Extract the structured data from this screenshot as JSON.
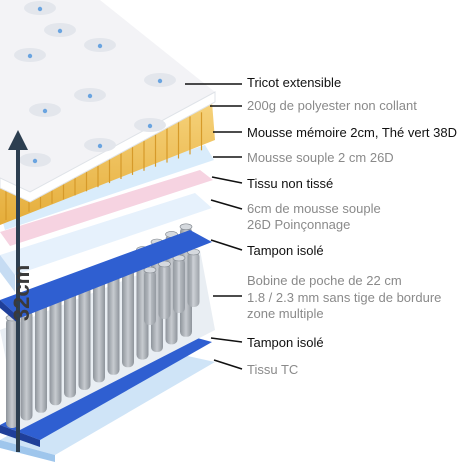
{
  "height_label": "32cm",
  "layers": [
    {
      "label": "Tricot extensible",
      "style": "dark"
    },
    {
      "label": "200g de polyester non collant",
      "style": "light"
    },
    {
      "label": "Mousse mémoire 2cm, Thé vert 38D",
      "style": "dark"
    },
    {
      "label": "Mousse souple 2 cm 26D",
      "style": "light"
    },
    {
      "label": "Tissu non tissé",
      "style": "dark"
    },
    {
      "label": "6cm de mousse souple",
      "style": "light"
    },
    {
      "label": "26D Poinçonnage",
      "style": "light"
    },
    {
      "label": "Tampon isolé",
      "style": "dark"
    },
    {
      "label": "Bobine de poche de 22 cm",
      "style": "light"
    },
    {
      "label": "1.8 / 2.3 mm sans tige de bordure",
      "style": "light"
    },
    {
      "label": "zone multiple",
      "style": "light"
    },
    {
      "label": "Tampon isolé",
      "style": "dark"
    },
    {
      "label": "Tissu TC",
      "style": "light"
    }
  ],
  "colors": {
    "knit": "#f3f3f6",
    "polyester": "#ffffff",
    "memory_foam": "#f0c257",
    "soft_foam": "#d9ecfb",
    "nonwoven": "#f6d3e1",
    "foam_6cm": "#e6f1fc",
    "pad": "#2f5fd1",
    "coils": "#a8adb3",
    "ticking": "#cfe4f7",
    "arrow": "#2c3e50",
    "leader": "#111111"
  }
}
